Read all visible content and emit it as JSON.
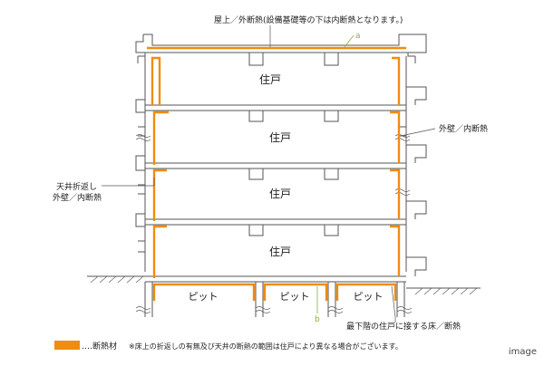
{
  "diagram": {
    "roof_label": "屋上／外断熱(設備基礎等の下は内断熱となります。)",
    "marker_a": "a",
    "marker_b": "b",
    "exterior_wall_label": "外壁／内断熱",
    "ceiling_wrap_label_1": "天井折返し",
    "ceiling_wrap_label_2": "外壁／内断熱",
    "unit_labels": [
      "住戸",
      "住戸",
      "住戸",
      "住戸"
    ],
    "pit_labels": [
      "ピット",
      "ピット",
      "ピット"
    ],
    "lowest_floor_label": "最下階の住戸に接する床／断熱"
  },
  "legend": {
    "swatch_color": "#f08c10",
    "material_label": "‥‥断熱材",
    "note": "※床上の折返しの有無及び天井の断熱の範囲は住戸により異なる場合がございます。"
  },
  "watermark": "image"
}
